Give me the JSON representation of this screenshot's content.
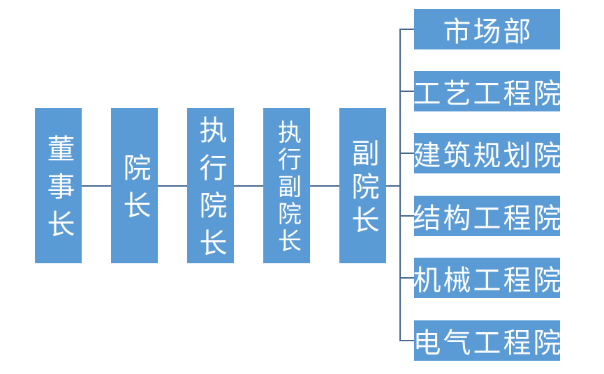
{
  "diagram": {
    "colors": {
      "box_fill": "#5B9BD5",
      "line_color": "#44698f",
      "text_color": "#fdfeff"
    },
    "chain": [
      {
        "label": "董事长"
      },
      {
        "label": "院长"
      },
      {
        "label": "执行院长"
      },
      {
        "label": "执行副院长"
      },
      {
        "label": "副院长"
      }
    ],
    "departments": [
      {
        "label": "市场部"
      },
      {
        "label": "工艺工程院"
      },
      {
        "label": "建筑规划院"
      },
      {
        "label": "结构工程院"
      },
      {
        "label": "机械工程院"
      },
      {
        "label": "电气工程院"
      }
    ]
  }
}
